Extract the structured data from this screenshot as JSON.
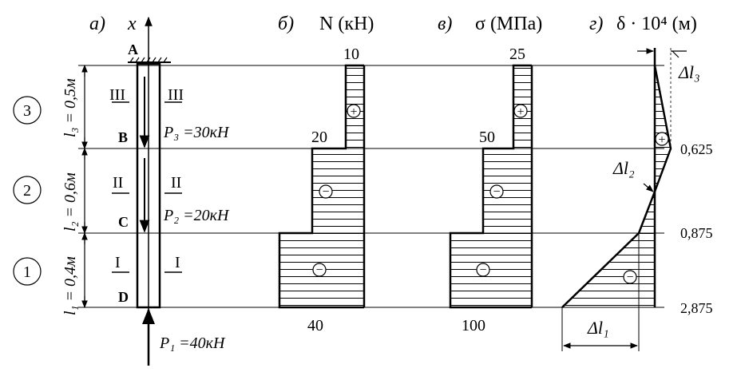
{
  "headers": {
    "a_label": "а)",
    "x_axis": "x",
    "b_label": "б)",
    "b_quantity": "N (кН)",
    "v_label": "в)",
    "v_quantity": "σ (МПа)",
    "g_label": "г)",
    "g_quantity": "δ · 10⁴ (м)"
  },
  "points": {
    "A": "A",
    "B": "B",
    "C": "C",
    "D": "D"
  },
  "segments": {
    "s3": {
      "num": "3",
      "roman": "III",
      "length": "l₃ = 0,5м"
    },
    "s2": {
      "num": "2",
      "roman": "II",
      "length": "l₂ = 0,6м"
    },
    "s1": {
      "num": "1",
      "roman": "I",
      "length": "l₁ = 0,4м"
    }
  },
  "loads": {
    "p3": "P₃ =30кН",
    "p2": "P₂ =20кН",
    "p1": "P₁ =40кН"
  },
  "force_N": {
    "top_value": "10",
    "step_value": "20",
    "bottom_value": "40"
  },
  "stress": {
    "top_value": "25",
    "step_value": "50",
    "bottom_value": "100"
  },
  "displacement": {
    "v_b": "0,625",
    "v_c": "0,875",
    "v_d": "2,875",
    "dl3": "Δl₃",
    "dl2": "Δl₂",
    "dl1": "Δl₁"
  },
  "signs": {
    "plus": "+",
    "minus": "−"
  }
}
